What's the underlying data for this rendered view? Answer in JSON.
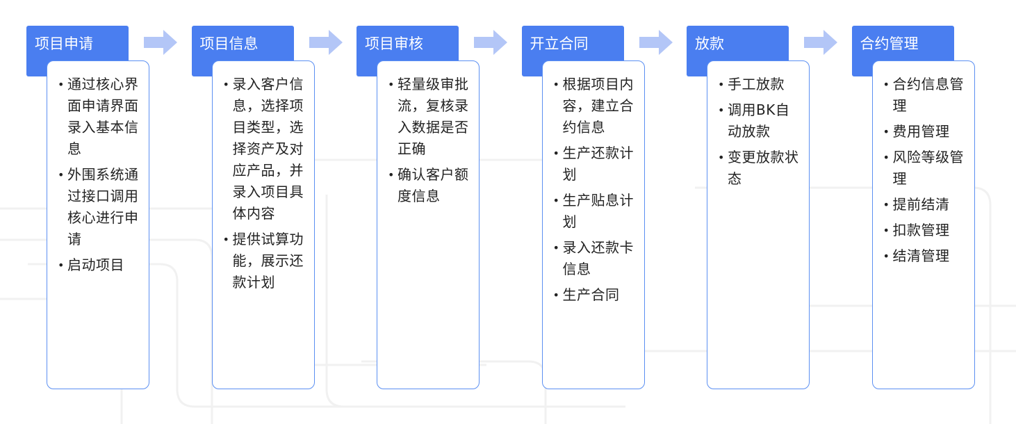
{
  "colors": {
    "header_bg": "#4a7ef0",
    "card_border": "#5b8ff2",
    "arrow": "#b3c6f7",
    "text": "#222222"
  },
  "arrow_icon": "right-arrow-icon",
  "stages": [
    {
      "title": "项目申请",
      "items": [
        "通过核心界面申请界面录入基本信息",
        "外围系统通过接口调用核心进行申请",
        "启动项目"
      ]
    },
    {
      "title": "项目信息",
      "items": [
        "录入客户信息，选择项目类型，选择资产及对应产品，并录入项目具体内容",
        "提供试算功能，展示还款计划"
      ]
    },
    {
      "title": "项目审核",
      "items": [
        "轻量级审批流，复核录入数据是否正确",
        "确认客户额度信息"
      ]
    },
    {
      "title": "开立合同",
      "items": [
        "根据项目内容，建立合约信息",
        "生产还款计划",
        "生产贴息计划",
        "录入还款卡信息",
        "生产合同"
      ]
    },
    {
      "title": "放款",
      "items": [
        "手工放款",
        "调用BK自动放款",
        "变更放款状态"
      ]
    },
    {
      "title": "合约管理",
      "items": [
        "合约信息管理",
        "费用管理",
        "风险等级管理",
        "提前结清",
        "扣款管理",
        "结清管理"
      ]
    }
  ]
}
